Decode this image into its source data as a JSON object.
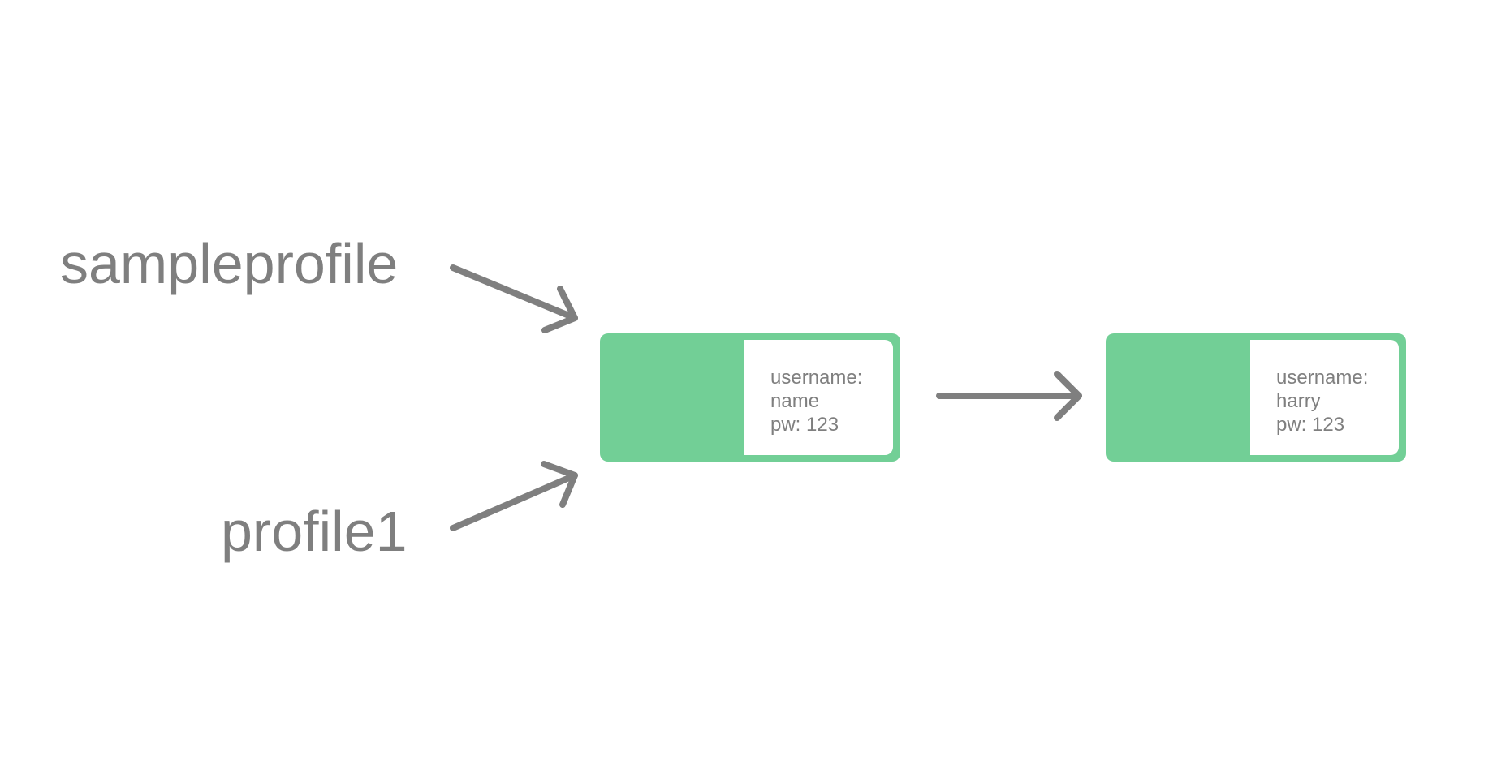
{
  "variables": {
    "first": "sampleprofile",
    "second": "profile1"
  },
  "nodes": [
    {
      "lines": [
        "username:",
        "name",
        "pw: 123"
      ]
    },
    {
      "lines": [
        "username:",
        "harry",
        "pw: 123"
      ]
    }
  ],
  "colors": {
    "node_fill": "#72cf96",
    "node_inner": "#ffffff",
    "text": "#7f7f7f",
    "arrow": "#7f7f7f"
  },
  "icons": {
    "pointer_arrow": "arrow-right-icon"
  }
}
